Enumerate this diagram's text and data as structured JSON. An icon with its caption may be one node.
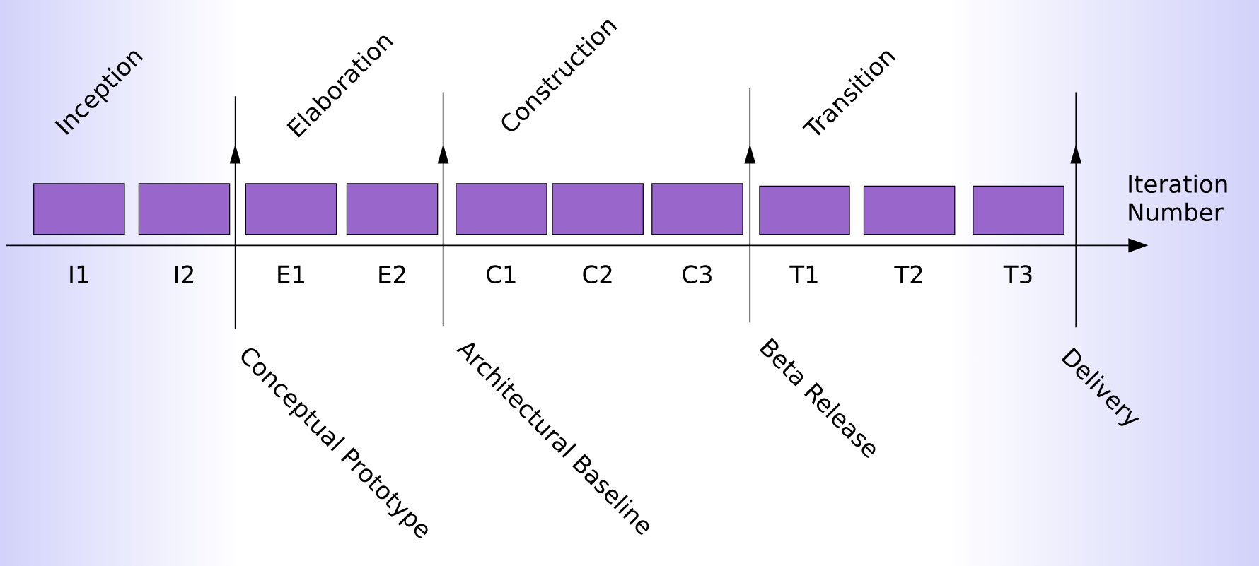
{
  "diagram": {
    "nodes": [
      {
        "text": [],
        "shape": "box",
        "beside": [
          "I1"
        ]
      },
      {
        "text": [],
        "shape": "box",
        "beside": [
          "I2"
        ]
      },
      {
        "text": [],
        "shape": "box",
        "beside": [
          "E1"
        ]
      },
      {
        "text": [],
        "shape": "box",
        "beside": [
          "E2"
        ]
      },
      {
        "text": [],
        "shape": "box",
        "beside": [
          "C1"
        ]
      },
      {
        "text": [],
        "shape": "box",
        "beside": [
          "C2"
        ]
      },
      {
        "text": [],
        "shape": "box",
        "beside": [
          "C3"
        ]
      },
      {
        "text": [],
        "shape": "box",
        "beside": [
          "T1"
        ]
      },
      {
        "text": [],
        "shape": "box",
        "beside": [
          "T2"
        ]
      },
      {
        "text": [],
        "shape": "box",
        "beside": [
          "T3"
        ]
      }
    ],
    "labels": [
      "Inception",
      "Elaboration",
      "Construction",
      "Transition",
      "Iteration Number",
      "Conceptual Prototype",
      "Architectural Baseline",
      "Beta Release",
      "Delivery"
    ]
  }
}
